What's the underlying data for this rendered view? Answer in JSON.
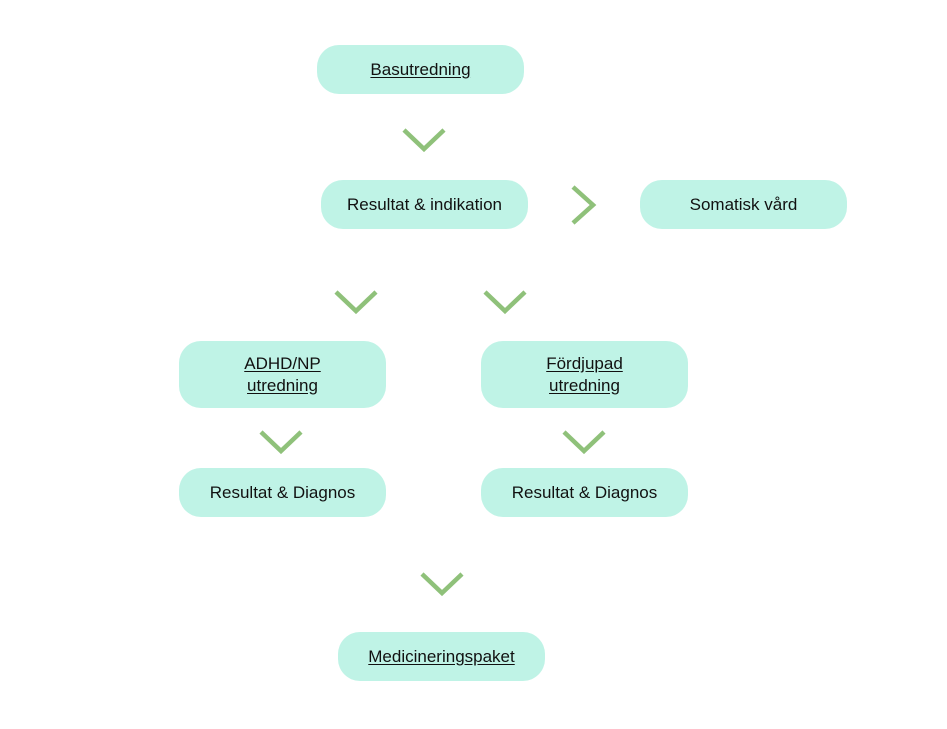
{
  "nodes": {
    "basutredning": "Basutredning",
    "resultat_indikation": "Resultat & indikation",
    "somatisk_vard": "Somatisk vård",
    "adhd_np_line1": "ADHD/NP",
    "adhd_np_line2": "utredning",
    "fordjupad_line1": "Fördjupad",
    "fordjupad_line2": "utredning",
    "resultat_diagnos_left": "Resultat & Diagnos",
    "resultat_diagnos_right": "Resultat & Diagnos",
    "medicineringspaket": "Medicineringspaket"
  },
  "colors": {
    "node_fill": "#bff3e6",
    "arrow": "#8fc17a",
    "text": "#111111"
  },
  "icons": {
    "down_arrow": "chevron-down-icon",
    "right_arrow": "chevron-right-icon"
  }
}
